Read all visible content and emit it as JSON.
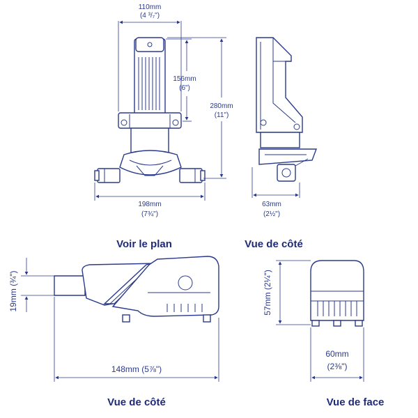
{
  "top_front": {
    "width": "110mm",
    "width_in": "(4 ³/₇\")",
    "motor_height": "156mm",
    "motor_height_in": "(6\")",
    "total_height": "280mm",
    "total_height_in": "(11\")",
    "outlet_width": "198mm",
    "outlet_width_in": "(7¾\")"
  },
  "top_side": {
    "depth": "63mm",
    "depth_in": "(2½\")"
  },
  "bottom_side": {
    "outlet_dia": "19mm (¾\")",
    "length": "148mm (5⅞\")"
  },
  "bottom_front": {
    "height": "57mm (2¼\")",
    "width": "60mm",
    "width_in": "(2⅜\")"
  },
  "captions": {
    "plan": "Voir le plan",
    "side_top": "Vue de côté",
    "side_bottom": "Vue de côté",
    "front": "Vue de face"
  },
  "colors": {
    "line": "#2a3a8c",
    "caption": "#1f2a78"
  }
}
